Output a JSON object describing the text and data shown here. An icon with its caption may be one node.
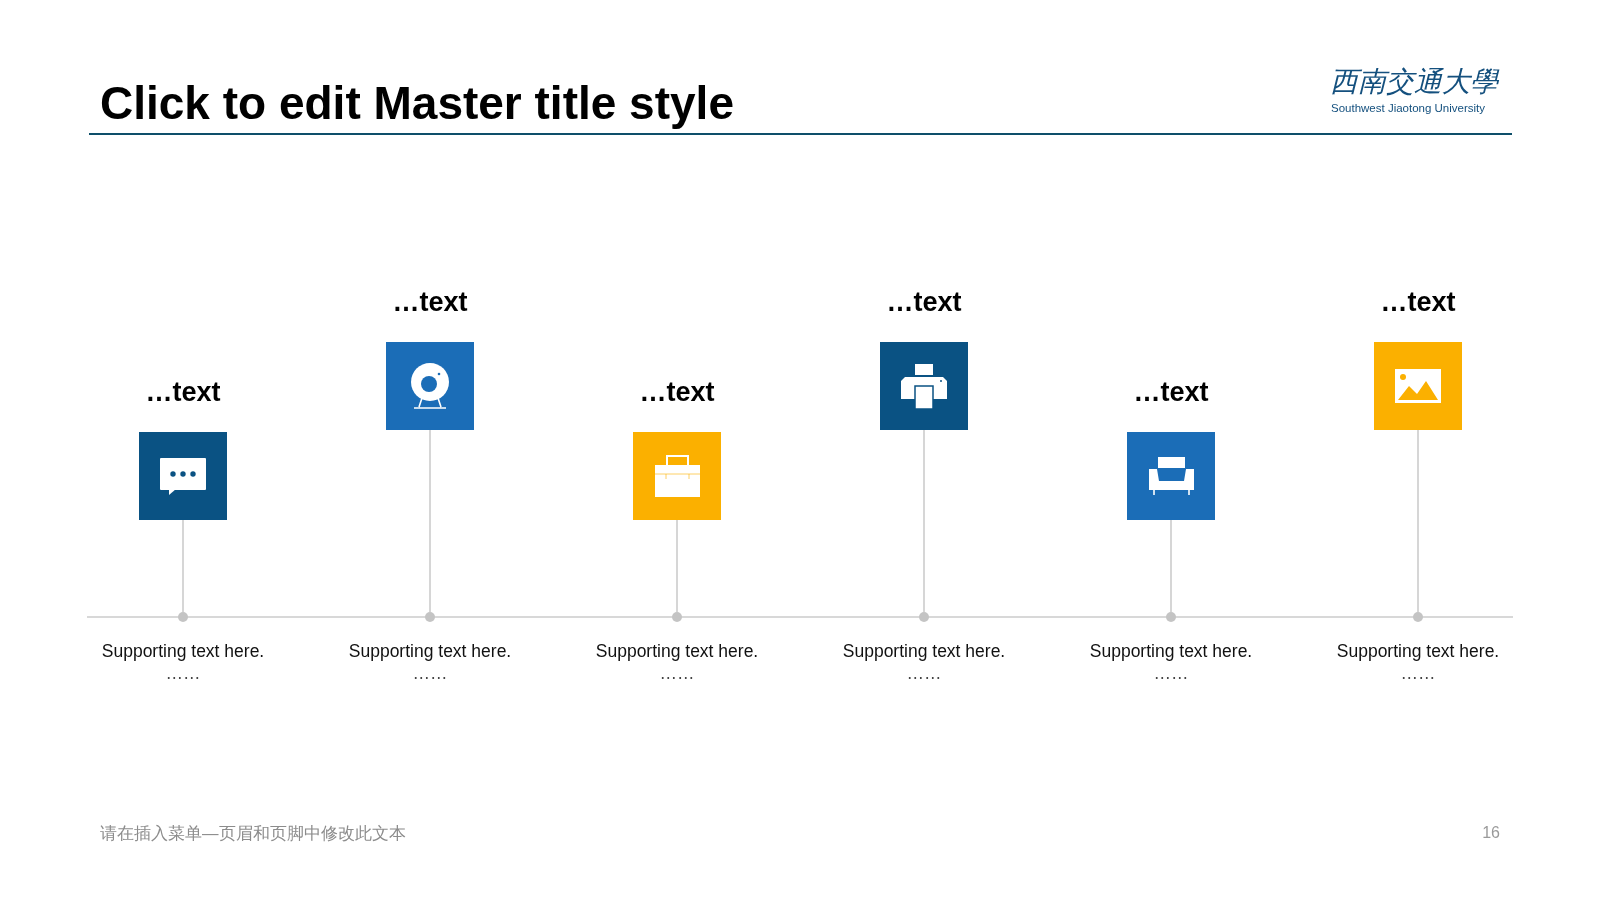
{
  "diagram": {
    "title": "Click to edit Master title style",
    "nodes": [
      {
        "text": [
          "…text"
        ]
      },
      {
        "text": [],
        "shape": "circle",
        "beside": [
          "Supporting text here.",
          "……"
        ]
      },
      {
        "text": [
          "…text"
        ]
      },
      {
        "text": [],
        "shape": "circle",
        "beside": [
          "Supporting text here.",
          "……"
        ]
      },
      {
        "text": [
          "…text"
        ]
      },
      {
        "text": [],
        "shape": "circle",
        "beside": [
          "Supporting text here.",
          "……"
        ]
      },
      {
        "text": [
          "…text"
        ]
      },
      {
        "text": [],
        "shape": "circle",
        "beside": [
          "Supporting text here.",
          "……"
        ]
      },
      {
        "text": [
          "…text"
        ]
      },
      {
        "text": [],
        "shape": "circle",
        "beside": [
          "Supporting text here.",
          "……"
        ]
      },
      {
        "text": [
          "…text"
        ]
      },
      {
        "text": [],
        "shape": "circle",
        "beside": [
          "Supporting text here.",
          "……"
        ]
      }
    ],
    "edges": [
      {
        "from": 0,
        "to": 1,
        "arrow": "none"
      },
      {
        "from": 2,
        "to": 3,
        "arrow": "none"
      },
      {
        "from": 4,
        "to": 5,
        "arrow": "none"
      },
      {
        "from": 6,
        "to": 7,
        "arrow": "none"
      },
      {
        "from": 8,
        "to": 9,
        "arrow": "none"
      },
      {
        "from": 10,
        "to": 11,
        "arrow": "none"
      }
    ],
    "labels": [
      "西南交通大學",
      "Southwest Jiaotong University",
      "请在插入菜单—页眉和页脚中修改此文本",
      "16"
    ]
  }
}
